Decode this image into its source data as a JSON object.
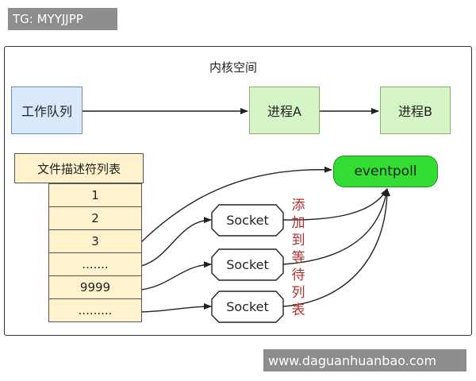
{
  "watermark_top": "TG: MYYJJPP",
  "watermark_bottom": "www.daguanhuanbao.com",
  "kernel_space_label": "内核空间",
  "work_queue": "工作队列",
  "process_a": "进程A",
  "process_b": "进程B",
  "fd_list_title": "文件描述符列表",
  "fd_items": [
    "1",
    "2",
    "3",
    ".......",
    "9999",
    "........."
  ],
  "eventpoll": "eventpoll",
  "sockets": [
    "Socket",
    "Socket",
    "Socket"
  ],
  "wait_list_label": [
    "添",
    "加",
    "到",
    "等",
    "待",
    "列",
    "表"
  ],
  "colors": {
    "blue_fill": "#dae8fc",
    "green_fill": "#d5f5c6",
    "yellow_fill": "#fff2cc",
    "eventpoll_fill": "#33dd33",
    "label_red": "#b03030"
  }
}
